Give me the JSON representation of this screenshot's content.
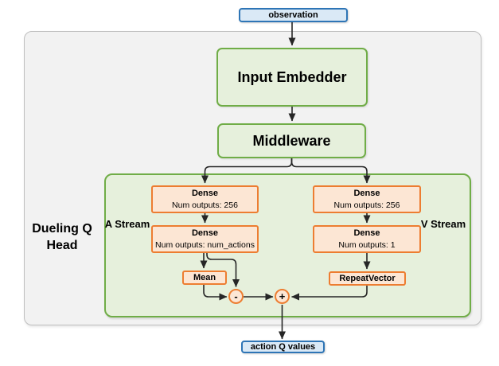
{
  "io": {
    "input_label": "observation",
    "output_label": "action Q values"
  },
  "pipeline": {
    "embedder_label": "Input Embedder",
    "middleware_label": "Middleware"
  },
  "head": {
    "label": "Dueling Q Head",
    "a_stream": {
      "label": "A Stream",
      "dense1": {
        "title": "Dense",
        "subtitle": "Num outputs: 256"
      },
      "dense2": {
        "title": "Dense",
        "subtitle": "Num outputs: num_actions"
      },
      "aggregate_label": "Mean",
      "operator": "-"
    },
    "v_stream": {
      "label": "V Stream",
      "dense1": {
        "title": "Dense",
        "subtitle": "Num outputs: 256"
      },
      "dense2": {
        "title": "Dense",
        "subtitle": "Num outputs: 1"
      },
      "aggregate_label": "RepeatVector",
      "operator": "+"
    }
  },
  "colors": {
    "blue_border": "#2e75b6",
    "blue_fill": "#dae9f6",
    "green_border": "#70ad47",
    "green_fill": "#e6f0dc",
    "orange_border": "#ed7d31",
    "orange_fill": "#fce6d4",
    "outer_fill": "#f2f2f2",
    "outer_border": "#bfbfbf",
    "wire": "#262626"
  }
}
